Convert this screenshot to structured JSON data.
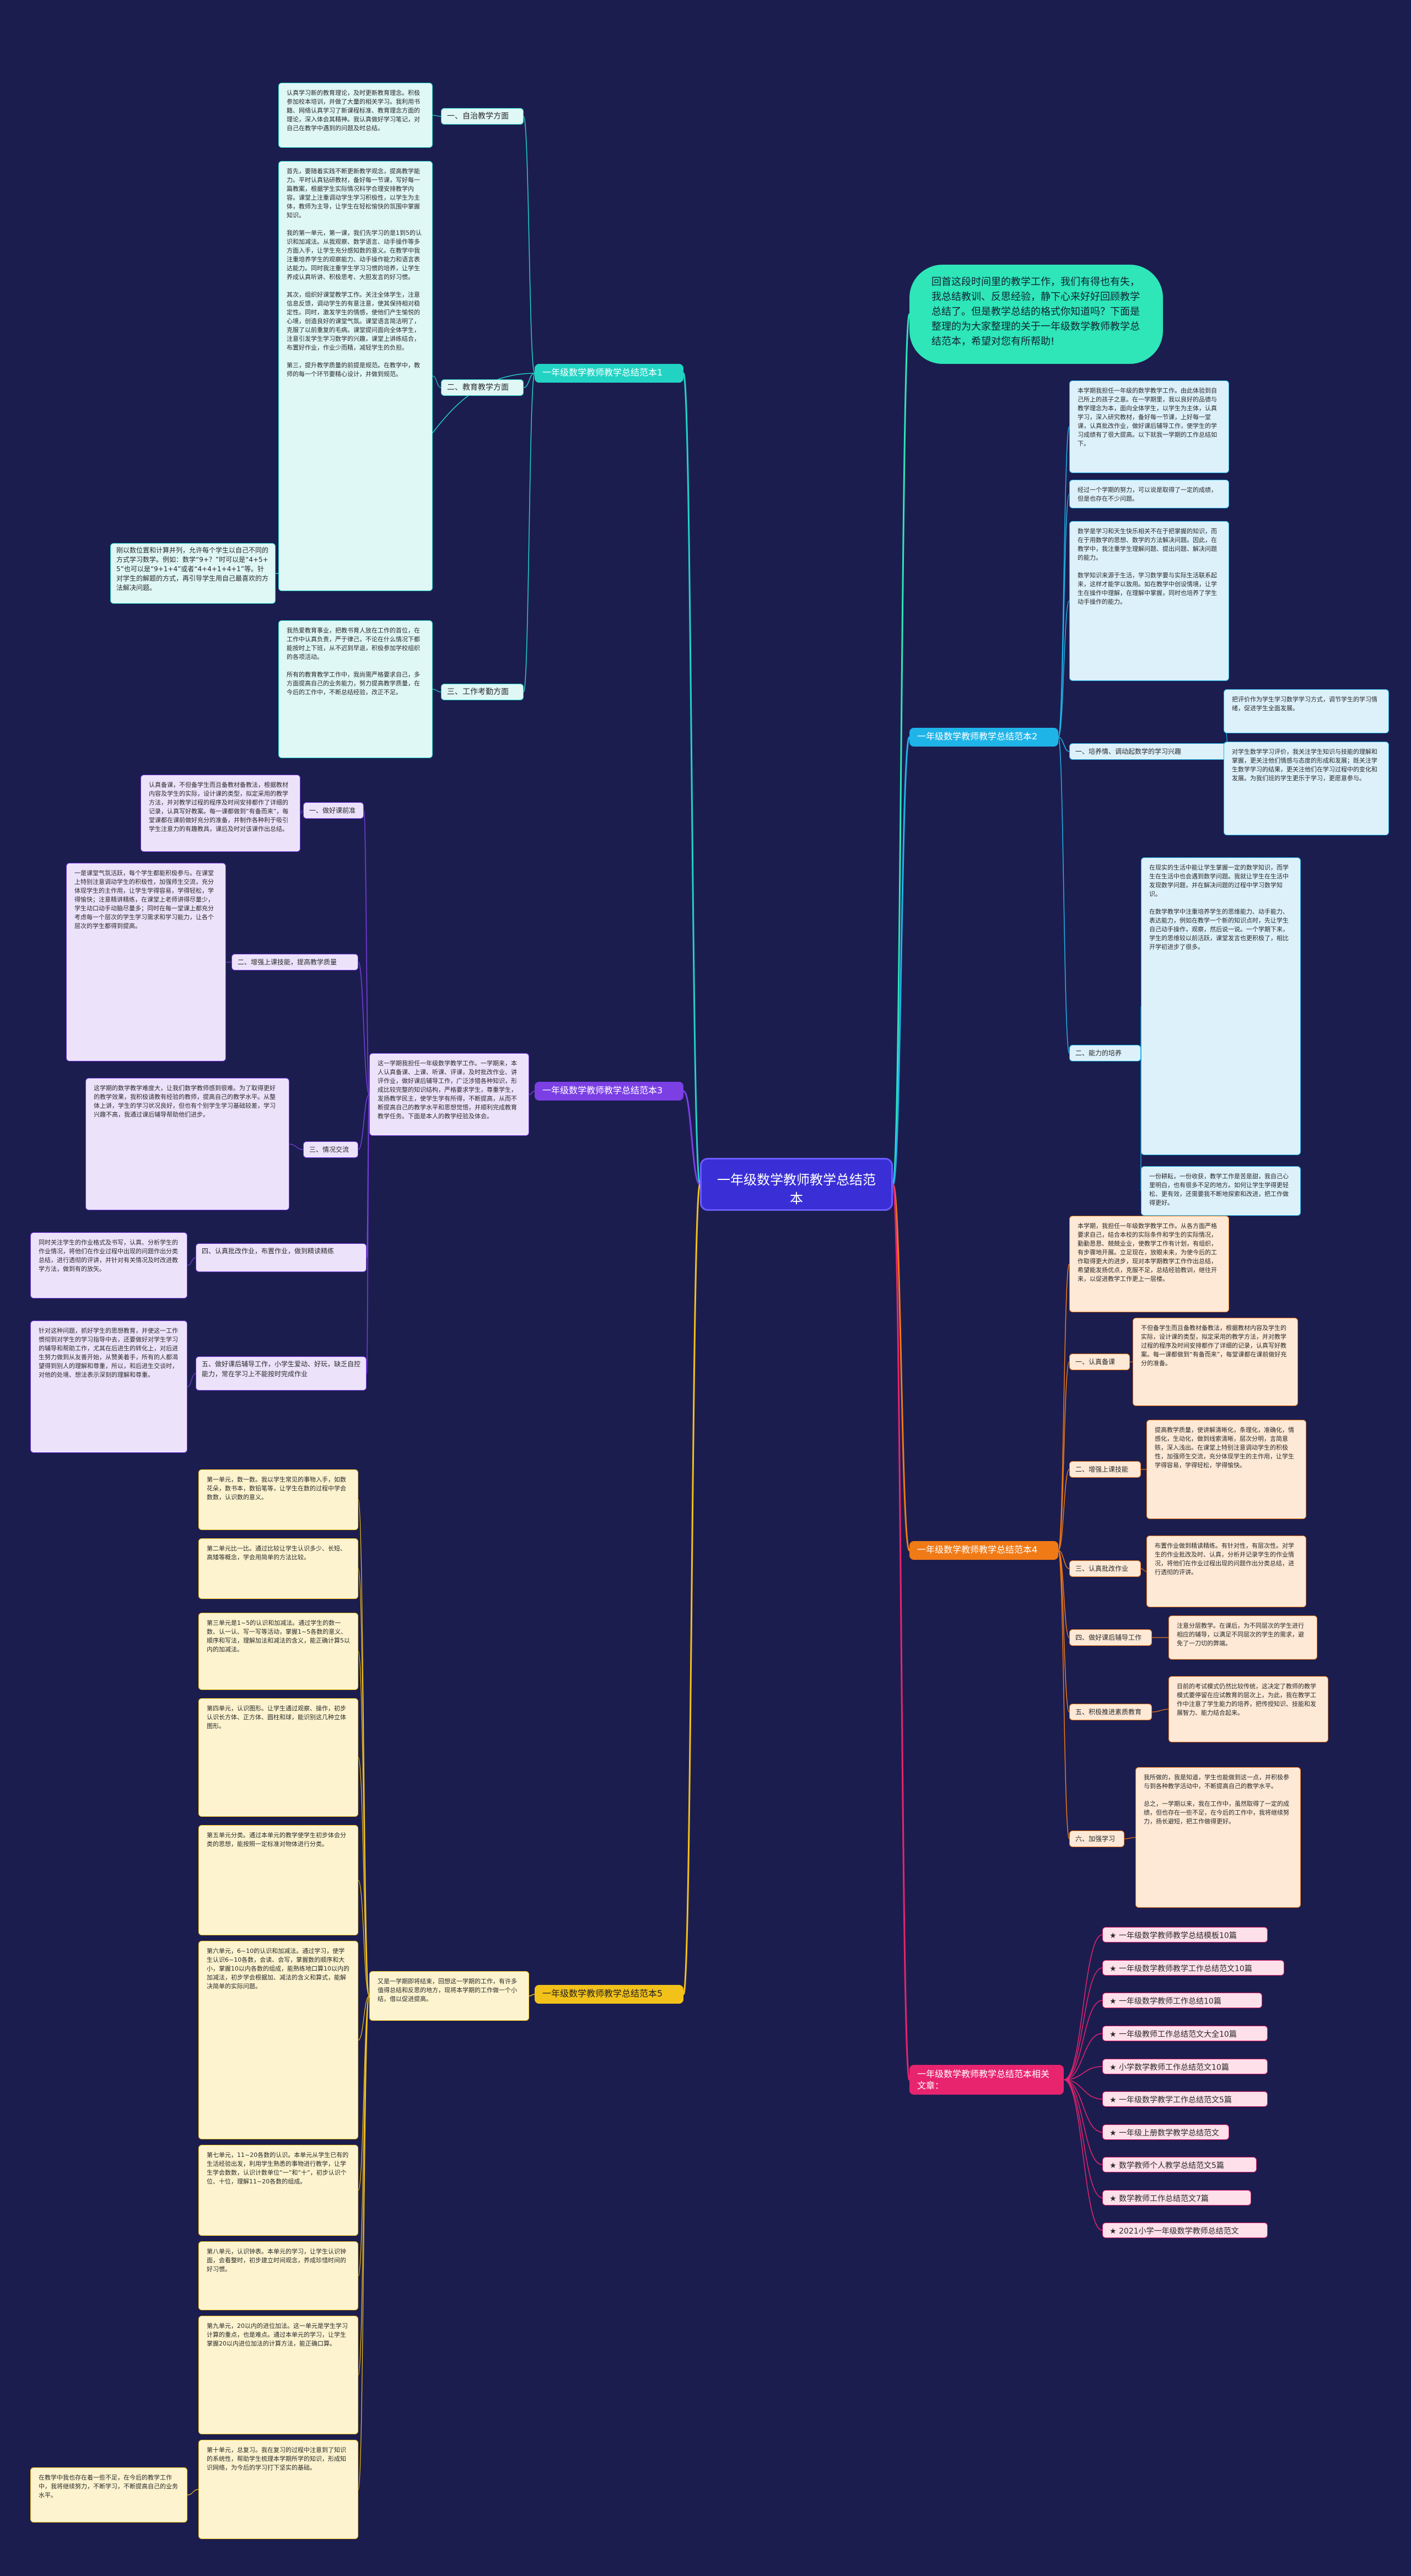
{
  "title": "一年级数学教师教学总结范本",
  "intro": "回首这段时间里的教学工作，我们有得也有失，我总结教训、反思经验，静下心来好好回顾教学总结了。但是教学总结的格式你知道吗？下面是整理的为大家整理的关于一年级数学教师教学总结范本，希望对您有所帮助!",
  "branches": [
    {
      "label": "一年级数学教师教学总结范本1",
      "items": [
        {
          "label": "一、自治教学方面",
          "text": "认真学习新的教育理论，及时更新教育理念。积极参加校本培训，并做了大量的相关学习。我利用书籍、网络认真学习了新课程标准、教育理念方面的理论，深入体会其精神。我认真做好学习笔记，对自己在教学中遇到的问题及时总结。"
        },
        {
          "label": "二、教育教学方面",
          "text": "首先，要随着实践不断更新教学观念，提高教学能力。平时认真钻研教材，备好每一节课，写好每一篇教案，根据学生实际情况科学合理安排教学内容。课堂上注重调动学生学习积极性，以学生为主体，教师为主导，让学生在轻松愉快的氛围中掌握知识。\n\n我的第一单元，第一课，我们先学习的是1到5的认识和加减法。从我观察、数学语言、动手操作等多方面入手，让学生充分感知数的意义。在教学中我注重培养学生的观察能力、动手操作能力和语言表达能力。同时我注重学生学习习惯的培养，让学生养成认真听讲、积极思考、大胆发言的好习惯。\n\n其次，组织好课堂教学工作。关注全体学生，注意信息反馈，调动学生的有意注意，使其保持相对稳定性。同时，激发学生的情感，使他们产生愉悦的心境，创造良好的课堂气氛。课堂语言简洁明了，克服了以前重复的毛病。课堂提问面向全体学生，注意引发学生学习数学的兴趣，课堂上讲练结合，布置好作业，作业少而精，减轻学生的负担。\n\n第三，提升教学质量的前提是规范。在教学中，教师的每一个环节要精心设计，并做到规范。"
        },
        {
          "label": "三、工作考勤方面",
          "text": "我热爱教育事业，把教书育人放在工作的首位，在工作中认真负责，严于律己，不论在什么情况下都能按时上下班，从不迟到早退，积极参加学校组织的各项活动。\n\n所有的教育教学工作中，我尚需严格要求自己，多方面提高自己的业务能力，努力提高教学质量，在今后的工作中，不断总结经验，改正不足。"
        }
      ],
      "note": "刚以数位置和计算并列，允许每个学生以自己不同的方式学习数学。例如：数学“9+？”时可以是“4+5+5”也可以是“9+1+4”或者“4+4+1+4+1”等。针对学生的解题的方式，再引导学生用自己最喜欢的方法解决问题。"
    },
    {
      "label": "一年级数学教师教学总结范本2",
      "top": "本学期我担任一年级的数学教学工作。由此体验到自己所上的孩子之意。在一学期里，我以良好的品德与教学理念为本，面向全体学生，以学生为主体，认真学习，深入研究教材，备好每一节课，上好每一堂课，认真批改作业，做好课后辅导工作，使学生的学习成绩有了很大提高。以下就我一学期的工作总结如下。",
      "items": [
        {
          "text": "经过一个学期的努力，可以说是取得了一定的成绩，但是也存在不少问题。"
        },
        {
          "text": "数学是学习和天生快乐相关不在于把掌握的知识，而在于用数学的思想、数学的方法解决问题。因此，在教学中，我注重学生理解问题、提出问题、解决问题的能力。\n\n数学知识来源于生活，学习数学要与实际生活联系起来，这样才能学以致用。如在教学中创设情境，让学生在操作中理解，在理解中掌握，同时也培养了学生动手操作的能力。"
        },
        {
          "label": "一、培养情、调动起数学的学习兴趣",
          "text": "把评价作为学生学习数学学习方式，调节学生的学习情绪，促进学生全面发展。"
        },
        {
          "text": "对学生数学学习评价，我关注学生知识与技能的理解和掌握，更关注他们情感与态度的形成和发展；既关注学生数学学习的结果，更关注他们在学习过程中的变化和发展。为我们班的学生更乐于学习，更愿意参与。"
        },
        {
          "label": "二、能力的培养",
          "text": "在现实的生活中能让学生掌握一定的数学知识，而学生在生活中也会遇到数学问题。我就让学生在生活中发现数学问题，并在解决问题的过程中学习数学知识。\n\n在数学教学中注重培养学生的思维能力、动手能力、表达能力，例如在教学一个新的知识点时，先让学生自己动手操作，观察，然后说一说。一个学期下来，学生的思维较以前活跃，课堂发言也更积极了，相比开学初进步了很多。"
        }
      ],
      "bottom": "一份耕耘，一份收获，教学工作是苦是甜，我自己心里明白，也有很多不足的地方。如何让学生学得更轻松、更有效，还需要我不断地探索和改进，把工作做得更好。"
    },
    {
      "label": "一年级数学教师教学总结范本3",
      "desc": "这一学期我担任一年级数学教学工作。一学期来，本人认真备课、上课、听课、评课，及时批改作业、讲评作业，做好课后辅导工作，广泛涉猎各种知识，形成比较完整的知识结构，严格要求学生，尊重学生，发扬教学民主，使学生学有所得，不断提高，从而不断提高自己的教学水平和思想觉悟，并顺利完成教育教学任务。下面是本人的教学经验及体会。",
      "items": [
        {
          "label": "一、做好课前准备",
          "text": "认真备课，不但备学生而且备教材备教法，根据教材内容及学生的实际，设计课的类型，拟定采用的教学方法，并对教学过程的程序及时间安排都作了详细的记录，认真写好教案。每一课都做到“有备而来”，每堂课都在课前做好充分的准备，并制作各种利于吸引学生注意力的有趣教具，课后及时对该课作出总结。"
        },
        {
          "label": "二、增强上课技能，提高教学质量",
          "text": "一是课堂气氛活跃，每个学生都能积极参与。在课堂上特别注意调动学生的积极性，加强师生交流，充分体现学生的主作用，让学生学得容易，学得轻松，学得愉快；注意精讲精练，在课堂上老师讲得尽量少，学生动口动手动脑尽量多；同时在每一堂课上都充分考虑每一个层次的学生学习需求和学习能力，让各个层次的学生都得到提高。"
        },
        {
          "label": "三、情况交流",
          "text": "这学期的数学教学难度大，让我们数学教师感到很难。为了取得更好的教学效果，我积极请教有经验的教师，提高自己的教学水平。从整体上讲，学生的学习状况良好，但也有个别学生学习基础较差，学习兴趣不高，我通过课后辅导帮助他们进步。"
        },
        {
          "label": "四、认真批改作业，布置作业，做到精读精练",
          "text": "同时关注学生的作业格式及书写，认真、分析学生的作业情况，将他们在作业过程中出现的问题作出分类总结，进行透彻的评讲，并针对有关情况及时改进教学方法，做到有的放矢。"
        },
        {
          "label": "五、做好课后辅导工作，小学生爱动、好玩，缺乏自控能力，常在学习上不能按时完成作业",
          "text": "针对这种问题，抓好学生的思想教育，并使这一工作惯彻到对学生的学习指导中去，还要做好对学生学习的辅导和帮助工作，尤其在后进生的转化上，对后进生努力做到从友善开始，从赞美着手，所有的人都渴望得到别人的理解和尊重，所以，和后进生交谈时，对他的处境、想法表示深刻的理解和尊重。"
        }
      ]
    },
    {
      "label": "一年级数学教师教学总结范本4",
      "top": "本学期，我担任一年级数学教学工作。从各方面严格要求自己，结合本校的实际条件和学生的实际情况，勤勤恳恳、兢兢业业，使教学工作有计划，有组织，有步骤地开展。立足现在，放眼未来，为使今后的工作取得更大的进步，现对本学期教学工作作出总结，希望能发扬优点，克服不足，总结经验教训，继往开来，以促进教学工作更上一层楼。",
      "items": [
        {
          "label": "一、认真备课",
          "text": "不但备学生而且备教材备教法，根据教材内容及学生的实际，设计课的类型，拟定采用的教学方法，并对教学过程的程序及时间安排都作了详细的记录，认真写好教案。每一课都做到“有备而来”，每堂课都在课前做好充分的准备。"
        },
        {
          "label": "二、增强上课技能",
          "text": "提高教学质量，使讲解清晰化，条理化，准确化，情感化，生动化，做到线索清晰，层次分明，言简意赅，深入浅出。在课堂上特别注意调动学生的积极性，加强师生交流，充分体现学生的主作用，让学生学得容易，学得轻松，学得愉快。"
        },
        {
          "label": "三、认真批改作业",
          "text": "布置作业做到精读精练。有针对性，有层次性。对学生的作业批改及时、认真，分析并记录学生的作业情况，将他们在作业过程出现的问题作出分类总结，进行透彻的评讲。"
        },
        {
          "label": "四、做好课后辅导工作",
          "text": "注意分层教学。在课后，为不同层次的学生进行相应的辅导，以满足不同层次的学生的需求，避免了一刀切的弊端。"
        },
        {
          "label": "五、积极推进素质教育",
          "text": "目前的考试模式仍然比较传统，这决定了教师的教学模式要停留在应试教育的层次上，为此，我在教学工作中注意了学生能力的培养，把传授知识、技能和发展智力、能力结合起来。"
        },
        {
          "label": "六、加强学习",
          "text": "我所做的，我是知道，学生也能做到这一点，并积极参与到各种教学活动中，不断提高自己的教学水平。\n\n总之，一学期以来，我在工作中，虽然取得了一定的成绩，但也存在一些不足，在今后的工作中，我将继续努力，扬长避短，把工作做得更好。"
        }
      ]
    },
    {
      "label": "一年级数学教师教学总结范本5",
      "desc": "又是一学期即将结束，回想这一学期的工作，有许多值得总结和反思的地方，现将本学期的工作做一个小结，借以促进提高。",
      "items": [
        {
          "text": "第一单元，数一数。我以学生常见的事物入手，如数花朵，数书本，数铅笔等，让学生在数的过程中学会数数，认识数的意义。"
        },
        {
          "text": "第二单元比一比。通过比较让学生认识多少、长短、高矮等概念，学会用简单的方法比较。"
        },
        {
          "text": "第三单元是1~5的认识和加减法。通过学生的数一数、认一认、写一写等活动，掌握1~5各数的意义、顺序和写法，理解加法和减法的含义，能正确计算5以内的加减法。"
        },
        {
          "text": "第四单元，认识图形。让学生通过观察、操作，初步认识长方体、正方体、圆柱和球，能识别这几种立体图形。"
        },
        {
          "text": "第五单元分类。通过本单元的教学使学生初步体会分类的思想，能按照一定标准对物体进行分类。"
        },
        {
          "text": "第六单元，6~10的认识和加减法。通过学习，使学生认识6~10各数，会读、会写，掌握数的顺序和大小，掌握10以内各数的组成，能熟练地口算10以内的加减法，初步学会根据加、减法的含义和算式，能解决简单的实际问题。"
        },
        {
          "text": "第七单元，11~20各数的认识。本单元从学生已有的生活经验出发，利用学生熟悉的事物进行教学，让学生学会数数，认识计数单位“一”和“十”，初步认识个位、十位，理解11~20各数的组成。"
        },
        {
          "text": "第八单元，认识钟表。本单元的学习，让学生认识钟面，会看整时，初步建立时间观念，养成珍惜时间的好习惯。"
        },
        {
          "text": "第九单元，20以内的进位加法。这一单元是学生学习计算的重点，也是难点。通过本单元的学习，让学生掌握20以内进位加法的计算方法，能正确口算。"
        },
        {
          "text": "第十单元，总复习。我在复习的过程中注意到了知识的系统性，帮助学生梳理本学期所学的知识，形成知识网络，为今后的学习打下坚实的基础。"
        }
      ],
      "bottom": "在教学中我也存在着一些不足，在今后的教学工作中，我将继续努力，不断学习，不断提高自己的业务水平。"
    },
    {
      "label": "一年级数学教师教学总结范本相关文章：",
      "links": [
        "★ 一年级数学教师教学总结模板10篇",
        "★ 一年级数学教师教学工作总结范文10篇",
        "★ 一年级数学教师工作总结10篇",
        "★ 一年级教师工作总结范文大全10篇",
        "★ 小学数学教师工作总结范文10篇",
        "★ 一年级数学教学工作总结范文5篇",
        "★ 一年级上册数学教学总结范文",
        "★ 数学教师个人教学总结范文5篇",
        "★ 数学教师工作总结范文7篇",
        "★ 2021小学一年级数学教师总结范文"
      ]
    }
  ],
  "colors": {
    "background": "#1c1d4f",
    "root": "#3a2fd6",
    "branch1": "#22d3c4",
    "branch2": "#1fb4e8",
    "branch3": "#7b3fe4",
    "branch4": "#f07a16",
    "branch5": "#f3c21a",
    "branch6": "#e8246f",
    "intro": "#2ee6b8"
  }
}
